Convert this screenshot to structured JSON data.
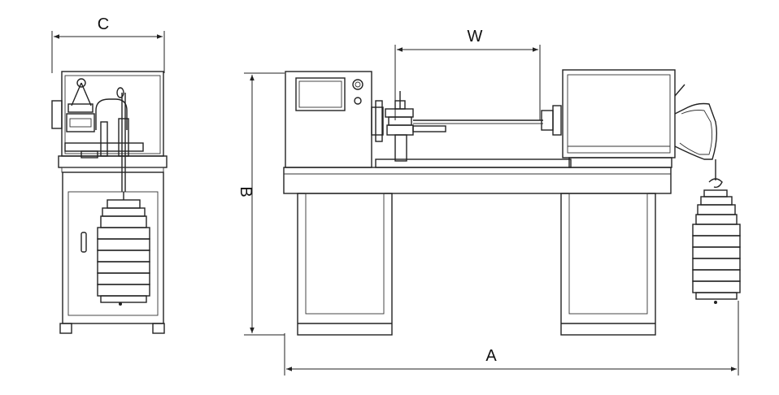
{
  "dimensions": {
    "width_front_label": "C",
    "height_label": "B",
    "span_label": "W",
    "overall_length_label": "A"
  }
}
